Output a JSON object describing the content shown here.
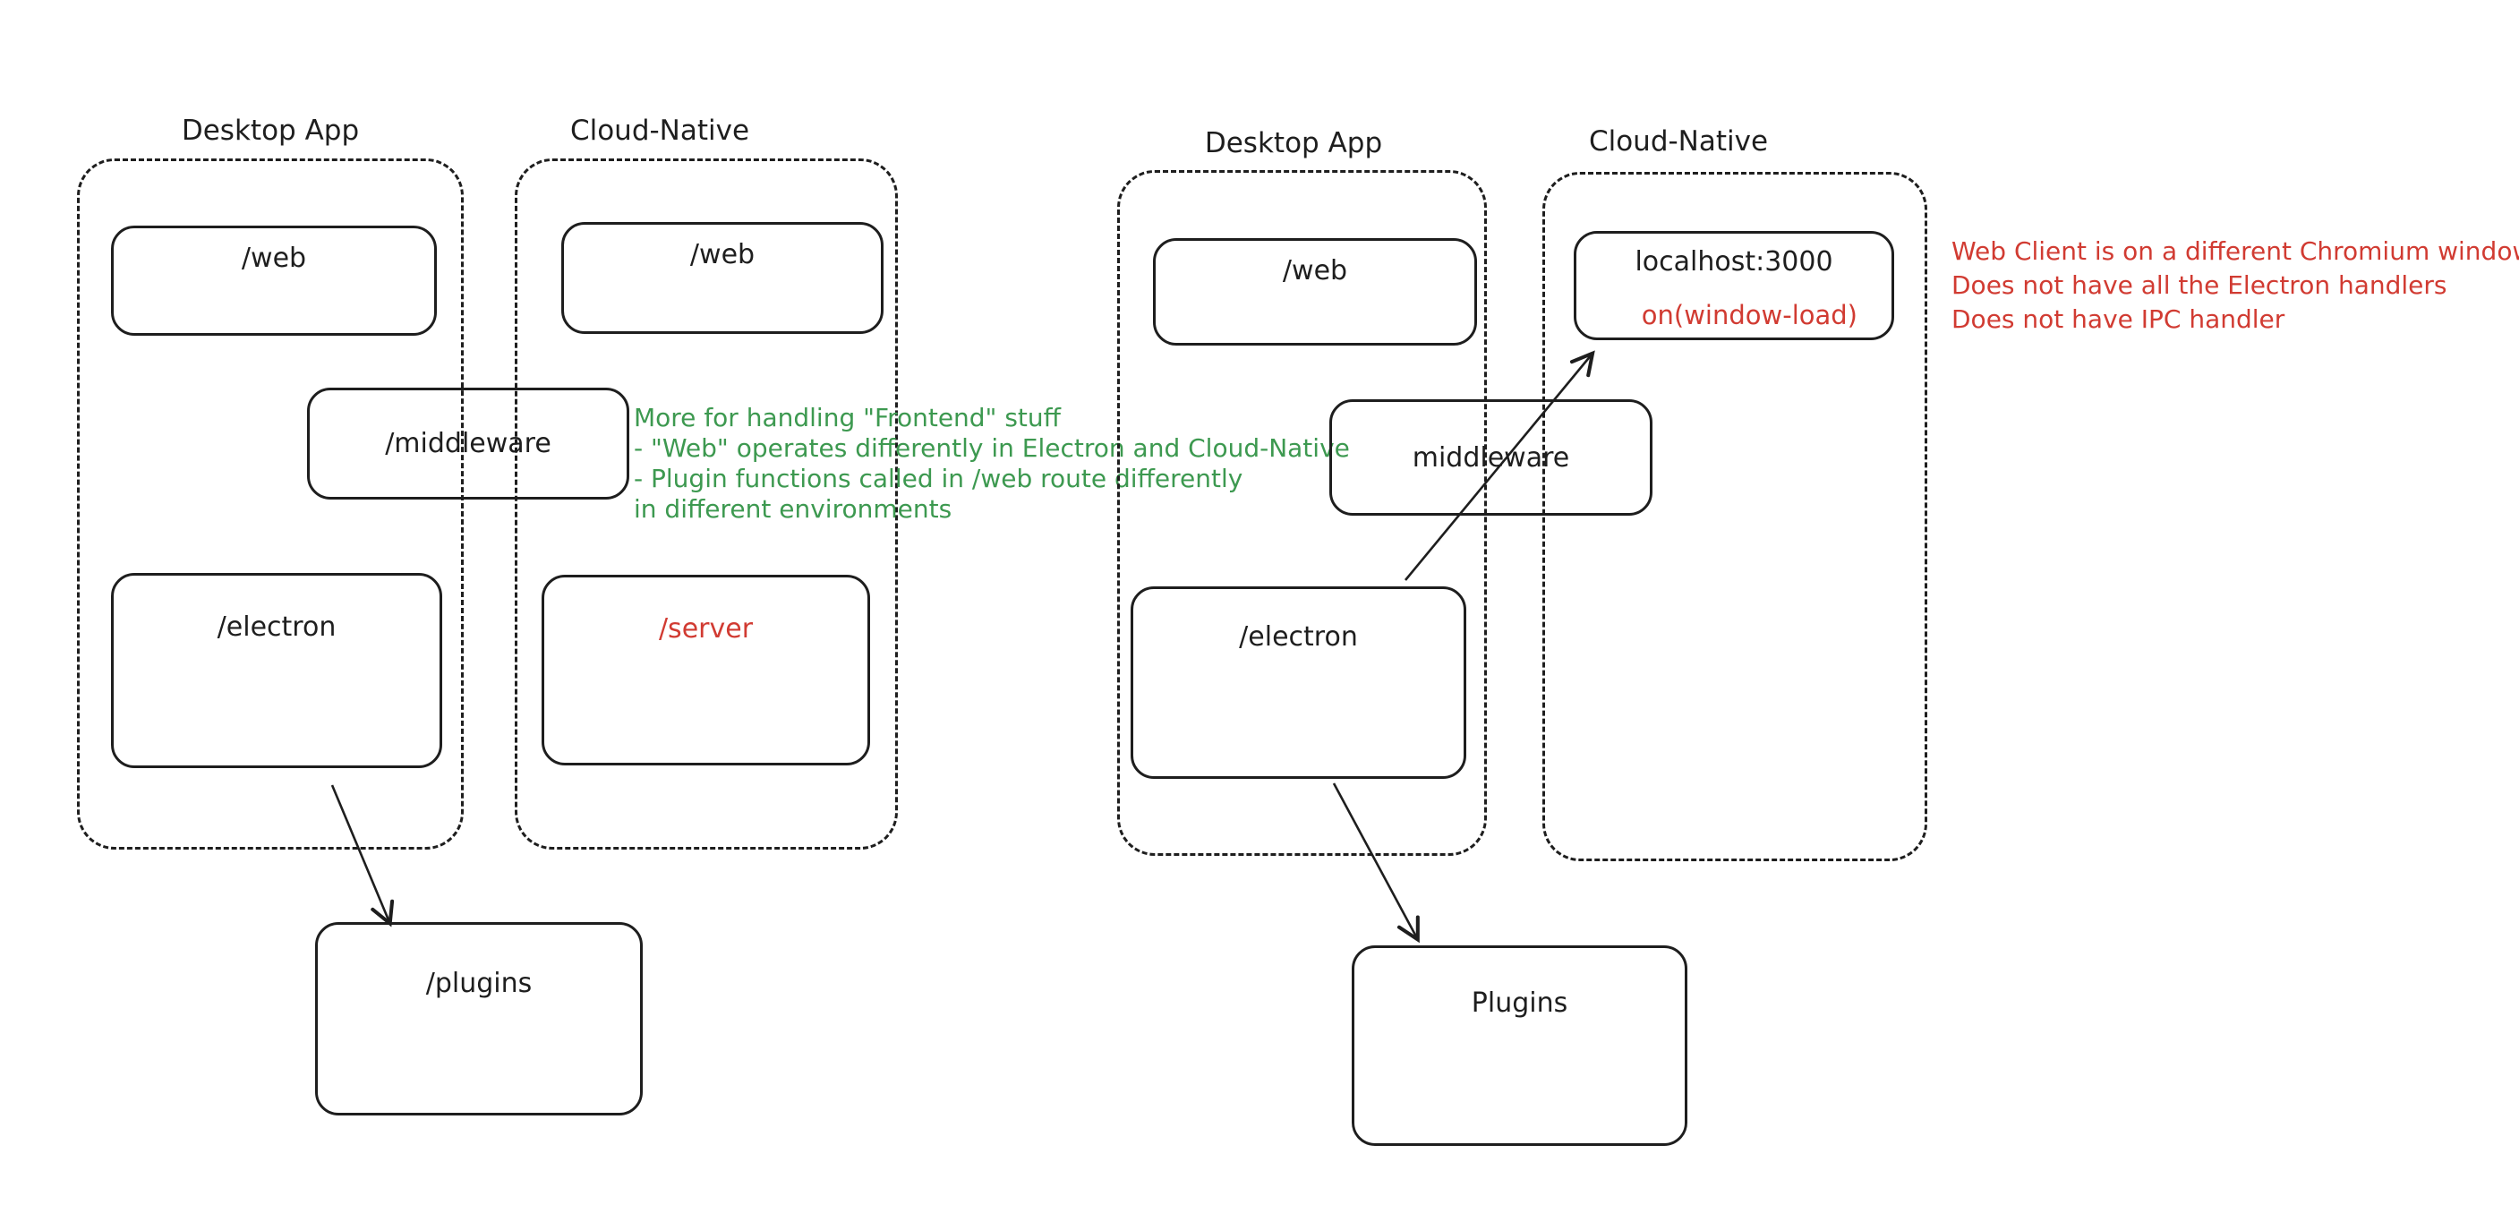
{
  "colors": {
    "ink": "#1e1e1e",
    "annotation_green": "#3d9950",
    "annotation_red": "#d13b32",
    "background": "#ffffff"
  },
  "left_diagram": {
    "desktop_frame_label": "Desktop App",
    "cloud_frame_label": "Cloud-Native",
    "web_desktop_label": "/web",
    "web_cloud_label": "/web",
    "middleware_label": "/middleware",
    "electron_label": "/electron",
    "server_label": "/server",
    "plugins_label": "/plugins",
    "green_note_lines": [
      "More for handling \"Frontend\" stuff",
      "- \"Web\" operates differently in Electron and Cloud-Native",
      "- Plugin functions called in /web route differently",
      "in different environments"
    ]
  },
  "right_diagram": {
    "desktop_frame_label": "Desktop App",
    "cloud_frame_label": "Cloud-Native",
    "web_label": "/web",
    "localhost_label": "localhost:3000",
    "window_load_label": "on(window-load)",
    "middleware_label": "middleware",
    "electron_label": "/electron",
    "plugins_label": "Plugins",
    "red_note_lines": [
      "Web Client is on a different Chromium window",
      "Does not have all the Electron handlers",
      "Does not have IPC handler"
    ]
  }
}
